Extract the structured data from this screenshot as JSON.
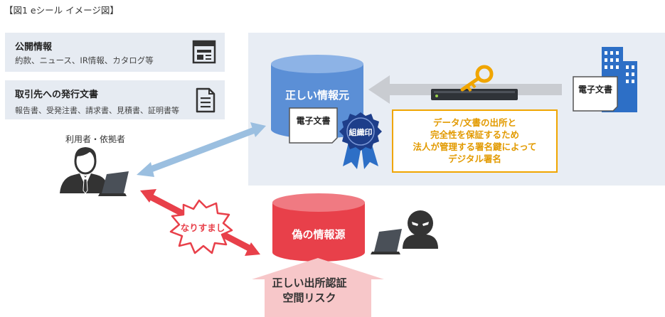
{
  "caption": "【図1 eシール イメージ図】",
  "public_info": {
    "title": "公開情報",
    "subtitle": "約款、ニュース、IR情報、カタログ等"
  },
  "business_docs": {
    "title": "取引先への発行文書",
    "subtitle": "報告書、受発注書、請求書、見積書、証明書等"
  },
  "user_label": "利用者・依拠者",
  "legit_source": {
    "label": "正しい情報元",
    "doc_label": "電子文書",
    "seal_label": "組織印"
  },
  "company_doc_label": "電子文書",
  "callout_lines": [
    "データ/文書の出所と",
    "完全性を保証するため",
    "法人が管理する署名鍵によって",
    "デジタル署名"
  ],
  "spoofing_label": "なりすまし",
  "fake_source_label": "偽の情報源",
  "risk_lines": [
    "正しい出所認証",
    "空間リスク"
  ],
  "colors": {
    "legit_db": "#5b8fd6",
    "fake_db": "#e8404a",
    "callout_border": "#f0a500",
    "panel_bg": "#e8edf4",
    "blue_arrow": "#9bbfe0",
    "red_arrow": "#e8404a"
  }
}
